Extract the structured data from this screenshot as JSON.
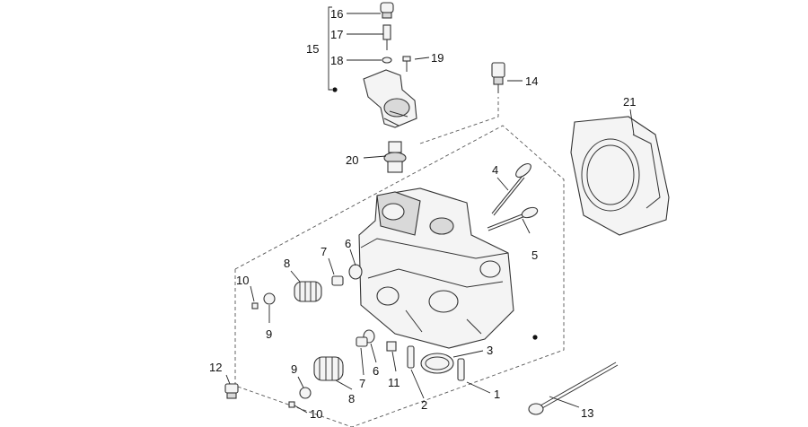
{
  "callouts": [
    {
      "id": "16",
      "text": "16"
    },
    {
      "id": "17",
      "text": "17"
    },
    {
      "id": "15",
      "text": "15"
    },
    {
      "id": "18",
      "text": "18"
    },
    {
      "id": "19",
      "text": "19"
    },
    {
      "id": "14",
      "text": "14"
    },
    {
      "id": "21",
      "text": "21"
    },
    {
      "id": "20",
      "text": "20"
    },
    {
      "id": "4",
      "text": "4"
    },
    {
      "id": "5",
      "text": "5"
    },
    {
      "id": "6a",
      "text": "6"
    },
    {
      "id": "7a",
      "text": "7"
    },
    {
      "id": "8a",
      "text": "8"
    },
    {
      "id": "10a",
      "text": "10"
    },
    {
      "id": "9a",
      "text": "9"
    },
    {
      "id": "3",
      "text": "3"
    },
    {
      "id": "12",
      "text": "12"
    },
    {
      "id": "9b",
      "text": "9"
    },
    {
      "id": "7b",
      "text": "7"
    },
    {
      "id": "6b",
      "text": "6"
    },
    {
      "id": "11",
      "text": "11"
    },
    {
      "id": "8b",
      "text": "8"
    },
    {
      "id": "2",
      "text": "2"
    },
    {
      "id": "1",
      "text": "1"
    },
    {
      "id": "13",
      "text": "13"
    },
    {
      "id": "10b",
      "text": "10"
    }
  ]
}
